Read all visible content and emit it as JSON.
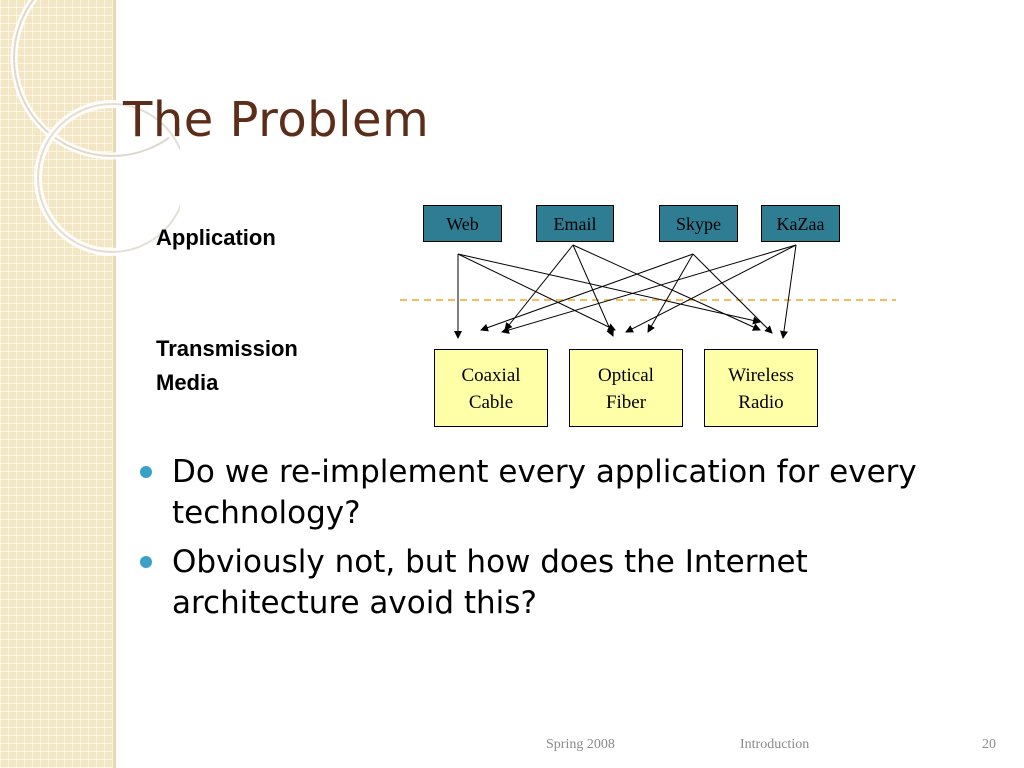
{
  "slide": {
    "title": "The Problem",
    "layer_labels": {
      "application": "Application",
      "transmission_line1": "Transmission",
      "transmission_line2": "Media"
    },
    "applications": [
      "Web",
      "Email",
      "Skype",
      "KaZaa"
    ],
    "media": [
      {
        "line1": "Coaxial",
        "line2": "Cable"
      },
      {
        "line1": "Optical",
        "line2": "Fiber"
      },
      {
        "line1": "Wireless",
        "line2": "Radio"
      }
    ],
    "bullets": [
      "Do we re-implement every application for every technology?",
      "Obviously not, but how does the Internet architecture avoid this?"
    ],
    "footer": {
      "left": "Spring 2008",
      "center": "Introduction",
      "page": "20"
    }
  },
  "colors": {
    "title": "#5c2d18",
    "app_box": "#2e7d93",
    "media_box": "#ffffa8",
    "divider": "#f5a623",
    "bullet": "#3aa0c8",
    "side_band": "#f3e6c4"
  }
}
